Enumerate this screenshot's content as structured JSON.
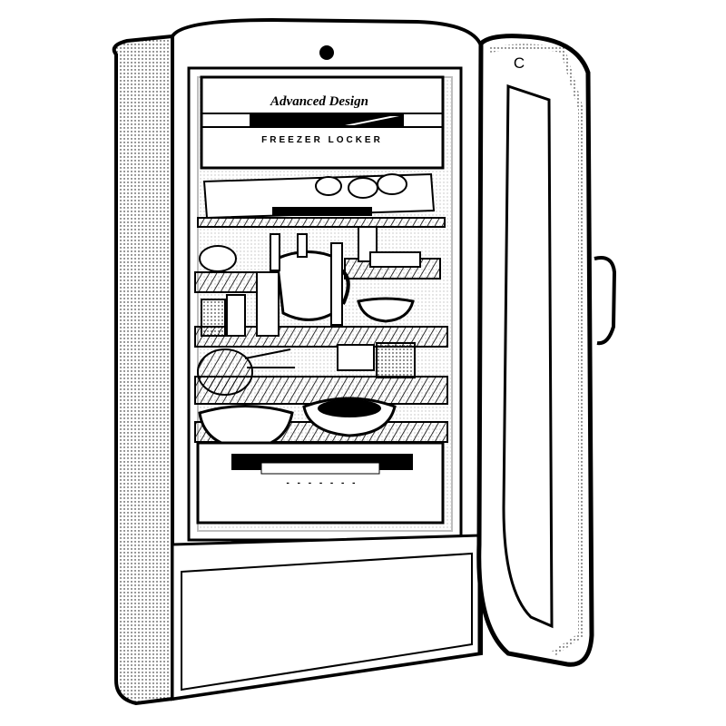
{
  "illustration": {
    "subject": "Vintage open refrigerator line drawing",
    "freezer": {
      "brand_script": "Advanced Design",
      "label": "FREEZER LOCKER"
    },
    "crisper": {
      "label": "- - - - - - -"
    },
    "door": {
      "emblem": "C"
    },
    "colors": {
      "ink": "#000000",
      "paper": "#ffffff",
      "stipple": "#9a9a9a"
    }
  }
}
